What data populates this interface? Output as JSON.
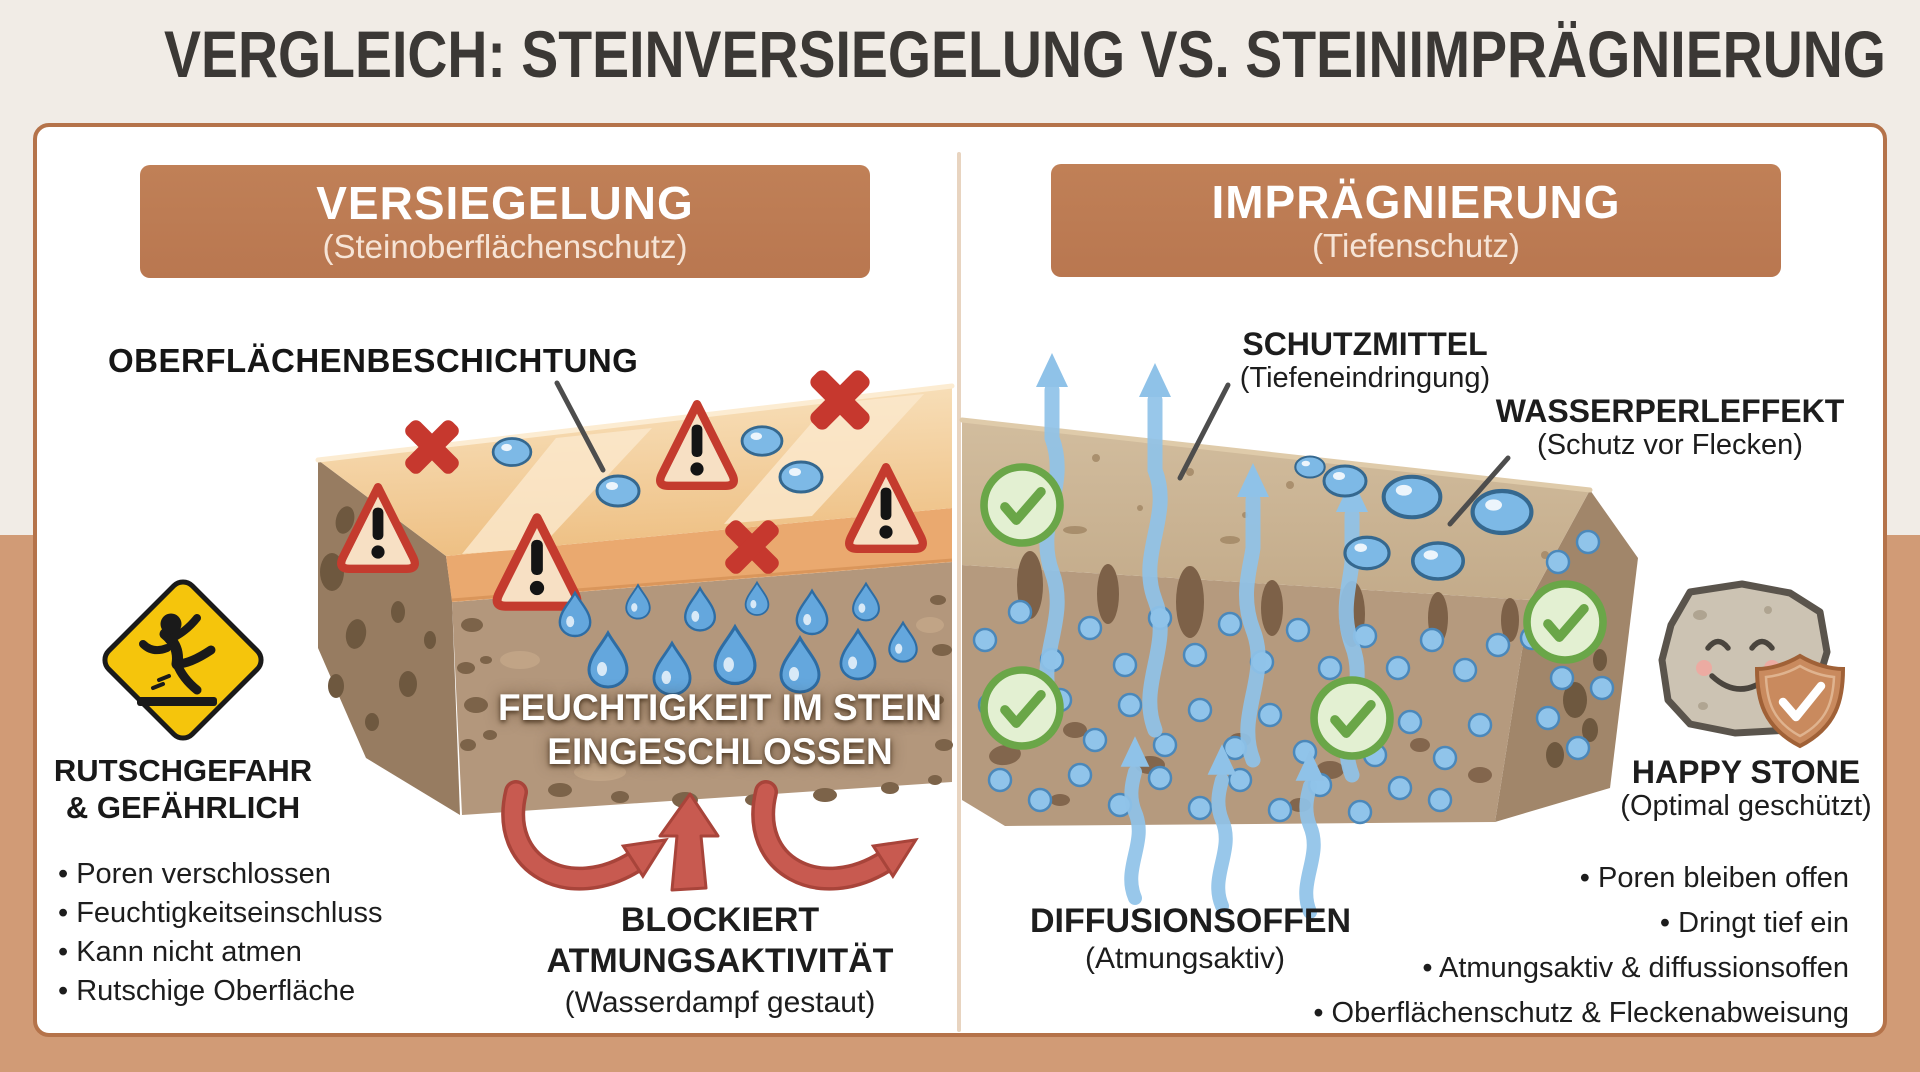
{
  "title": "VERGLEICH: STEINVERSIEGELUNG VS. STEINIMPRÄGNIERUNG",
  "left_panel": {
    "header": {
      "title": "VERSIEGELUNG",
      "subtitle": "(Steinoberflächenschutz)"
    },
    "coating_label": "OBERFLÄCHENBESCHICHTUNG",
    "moisture_caption": {
      "line1": "FEUCHTIGKEIT IM STEIN",
      "line2": "EINGESCHLOSSEN"
    },
    "hazard_caption": {
      "line1": "RUTSCHGEFAHR",
      "line2": "& GEFÄHRLICH"
    },
    "blocked_caption": {
      "line1": "BLOCKIERT",
      "line2": "ATMUNGSAKTIVITÄT",
      "subtitle": "(Wasserdampf gestaut)"
    },
    "bullets": [
      "• Poren verschlossen",
      "• Feuchtigkeitseinschluss",
      "• Kann nicht atmen",
      "• Rutschige Oberfläche"
    ]
  },
  "right_panel": {
    "header": {
      "title": "IMPRÄGNIERUNG",
      "subtitle": "(Tiefenschutz)"
    },
    "agent_label": {
      "title": "SCHUTZMITTEL",
      "subtitle": "(Tiefeneindringung)"
    },
    "beading_label": {
      "title": "WASSERPERLEFFEKT",
      "subtitle": "(Schutz vor Flecken)"
    },
    "diffusion_caption": {
      "title": "DIFFUSIONSOFFEN",
      "subtitle": "(Atmungsaktiv)"
    },
    "happy_caption": {
      "title": "HAPPY STONE",
      "subtitle": "(Optimal geschützt)"
    },
    "bullets": [
      "• Poren bleiben offen",
      "• Dringt tief ein",
      "• Atmungsaktiv & diffussionsoffen",
      "• Oberflächenschutz & Fleckenabweisung"
    ]
  },
  "colors": {
    "background_top": "#f1ece6",
    "background_bottom": "#d19b76",
    "card_border": "#b5734a",
    "header_box": "#bd7b51",
    "heading_text": "#3b3835",
    "body_text": "#1d1d1d",
    "danger_red": "#c6382e",
    "water_blue": "#64a7dd",
    "vapor_blue": "#8fc2e8",
    "success_green": "#6aa648",
    "warning_yellow": "#f5c50c",
    "stone_tan": "#b3977c",
    "coating_orange": "#f5d7a9"
  }
}
